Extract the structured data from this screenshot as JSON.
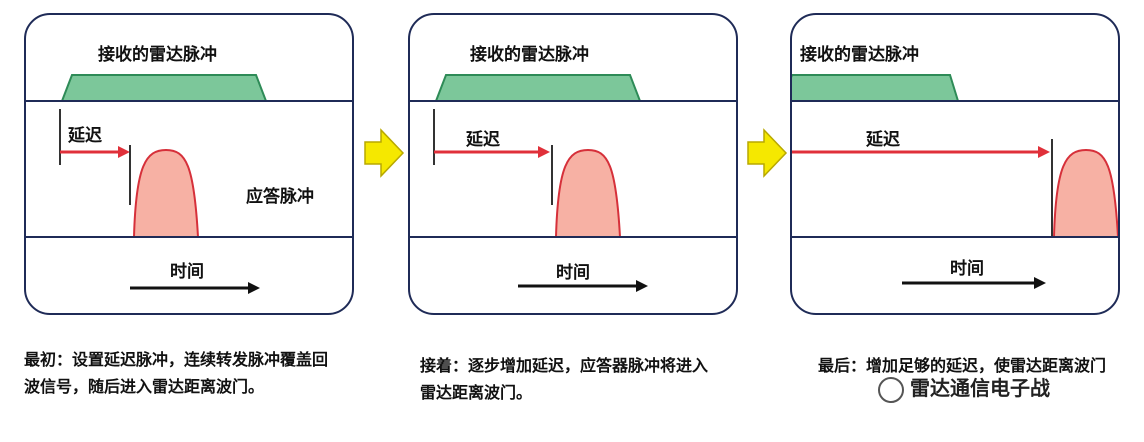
{
  "panels": [
    {
      "received_label": "接收的雷达脉冲",
      "delay_label": "延迟",
      "reply_label": "应答脉冲",
      "time_label": "时间"
    },
    {
      "received_label": "接收的雷达脉冲",
      "delay_label": "延迟",
      "time_label": "时间"
    },
    {
      "received_label": "接收的雷达脉冲",
      "delay_label": "延迟",
      "time_label": "时间"
    }
  ],
  "captions": [
    "最初：设置延迟脉冲，连续转发脉冲覆盖回波信号，随后进入雷达距离波门。",
    "接着：逐步增加延迟，应答器脉冲将进入雷达距离波门。",
    "最后：增加足够的延迟，使雷达距离波门"
  ],
  "watermark": "雷达通信电子战",
  "colors": {
    "received_fill": "#7cc79a",
    "received_stroke": "#2e8b57",
    "reply_fill": "#f7b1a4",
    "reply_stroke": "#d6303a",
    "delay_arrow": "#e0303a",
    "step_arrow": "#f5e800",
    "border": "#1f2b57"
  }
}
